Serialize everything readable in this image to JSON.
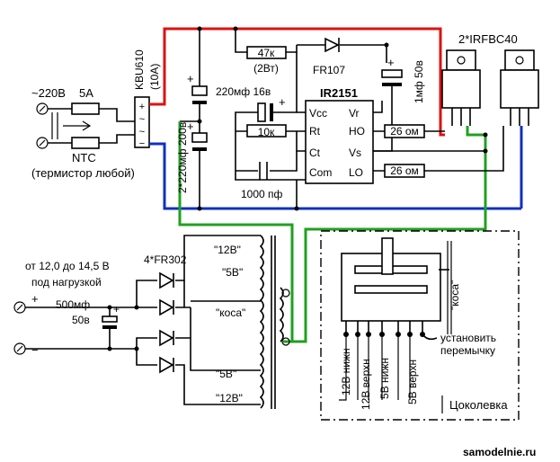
{
  "labels": {
    "mains": "~220В",
    "fuse": "5А",
    "ntc": "NTC",
    "ntc_note": "(термистор любой)",
    "bridge": "KBU610",
    "bridge_current": "(10А)",
    "caps_main": "2*220мф 200в",
    "r47": "47к",
    "r47_power": "(2Вт)",
    "diode": "FR107",
    "cap_boot": "1мф 50в",
    "mosfets": "2*IRFBC40",
    "cap_vcc": "220мф 16в",
    "ic": "IR2151",
    "pin_vcc": "Vcc",
    "pin_vr": "Vr",
    "pin_rt": "Rt",
    "pin_ho": "HO",
    "pin_ct": "Ct",
    "pin_vs": "Vs",
    "pin_com": "Com",
    "pin_lo": "LO",
    "r10k": "10к",
    "r26_top": "26 ом",
    "r26_bot": "26 ом",
    "ct": "1000 пф",
    "output_range": "от 12,0 до 14,5 В",
    "output_load": "под нагрузкой",
    "rect_diodes": "4*FR302",
    "plus": "+",
    "minus": "−",
    "cap_out": "500мф",
    "cap_out_v": "50в",
    "tap_12_top": "\"12В\"",
    "tap_5_top": "\"5В\"",
    "tap_kosa": "\"коса\"",
    "tap_5_bot": "\"5В\"",
    "tap_12_bot": "\"12В\"",
    "kosa_right": "\"коса\"",
    "jumper_1": "установить",
    "jumper_2": "перемычку",
    "pin_12_low": "12В нижн",
    "pin_12_up": "12В верхн",
    "pin_5_low": "5В нижн",
    "pin_5_up": "5В верхн",
    "pinout": "Цоколевка",
    "site": "samodelnie.ru"
  },
  "colors": {
    "wire_red": "#e01010",
    "wire_blue": "#1030c0",
    "wire_green": "#20a020"
  }
}
